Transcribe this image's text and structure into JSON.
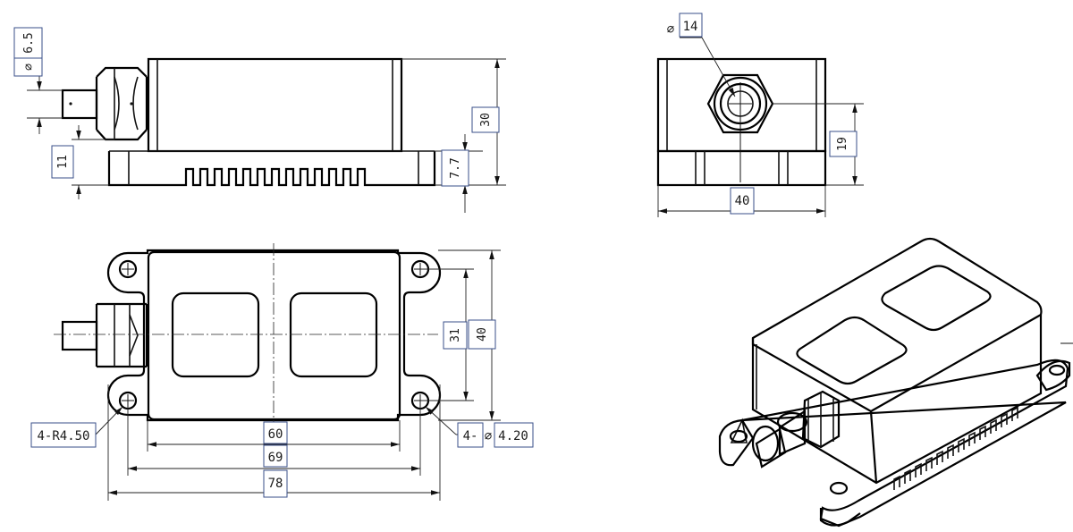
{
  "front_view": {
    "dim_cable_diameter": "6.5",
    "dim_gland_height": "11",
    "dim_total_height": "30",
    "dim_base_height": "7.7"
  },
  "side_view": {
    "dim_gland_diameter": "14",
    "dim_center_height": "19",
    "dim_width": "40"
  },
  "top_view": {
    "dim_hole_pitch_y": "31",
    "dim_base_width": "40",
    "dim_corner_radius": "4-R4.50",
    "dim_hole_count": "4-",
    "dim_hole_diameter": "4.20",
    "dim_body_length": "60",
    "dim_hole_pitch_x": "69",
    "dim_total_length": "78"
  },
  "symbols": {
    "diameter": "⌀"
  }
}
